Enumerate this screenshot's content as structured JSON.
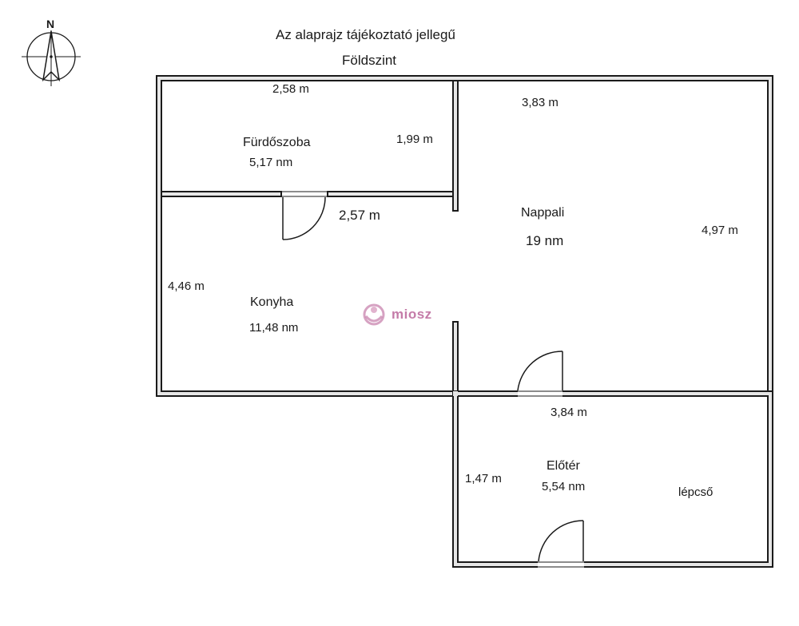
{
  "header": {
    "title": "Az alaprajz tájékoztató jellegű",
    "floor": "Földszint"
  },
  "compass": {
    "label": "N"
  },
  "rooms": {
    "bathroom": {
      "name": "Fürdőszoba",
      "area": "5,17 nm",
      "width": "2,58 m",
      "depth": "1,99 m"
    },
    "kitchen": {
      "name": "Konyha",
      "area": "11,48 nm",
      "width": "2,57 m",
      "depth": "4,46 m"
    },
    "living": {
      "name": "Nappali",
      "area": "19 nm",
      "width": "3,83 m",
      "depth": "4,97 m"
    },
    "hall": {
      "name": "Előtér",
      "area": "5,54 nm",
      "width": "3,84 m",
      "depth": "1,47 m"
    }
  },
  "stairs": {
    "label": "lépcső"
  },
  "watermark": {
    "text": "miosz",
    "color": "#c47ba8"
  },
  "colors": {
    "wall": "#1a1a1a",
    "wall_fill": "#e6e6e6"
  }
}
